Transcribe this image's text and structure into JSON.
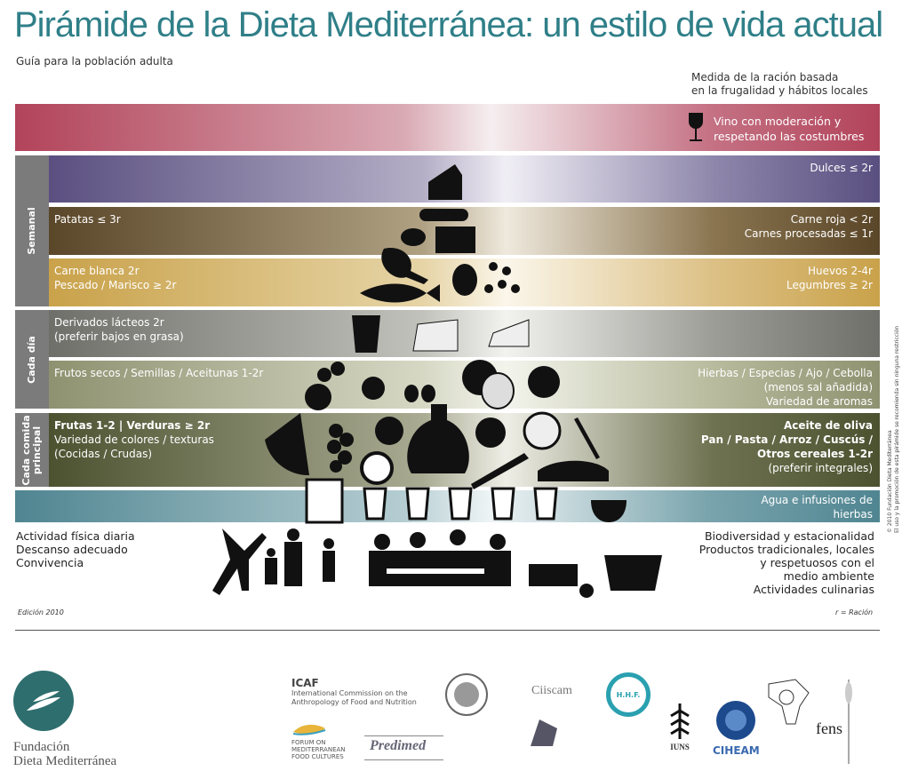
{
  "title": "Pirámide de la Dieta Mediterránea: un estilo de vida actual",
  "subtitle": "Guía para la población adulta",
  "measure_note": [
    "Medida de la ración basada",
    "en la frugalidad y hábitos locales"
  ],
  "wine": [
    "Vino con moderación y",
    "respetando las costumbres"
  ],
  "sidebar": {
    "weekly": "Semanal",
    "daily": "Cada día",
    "meal": [
      "Cada comida",
      "principal"
    ]
  },
  "bands": {
    "sweets": {
      "right": [
        "Dulces ≤ 2r"
      ],
      "color": "#5a4f80"
    },
    "red_meat": {
      "left": [
        "Patatas ≤ 3r"
      ],
      "right": [
        "Carne roja < 2r",
        "Carnes procesadas ≤ 1r"
      ],
      "color": "#5a4628"
    },
    "white_meat": {
      "left": [
        "Carne blanca 2r",
        "Pescado / Marisco ≥ 2r"
      ],
      "right": [
        "Huevos 2-4r",
        "Legumbres ≥ 2r"
      ],
      "color": "#c9a24a"
    },
    "dairy": {
      "left": [
        "Derivados lácteos 2r",
        "(preferir bajos en grasa)"
      ],
      "color": "#6f6f6a"
    },
    "nuts": {
      "left": [
        "Frutos secos / Semillas / Aceitunas 1-2r"
      ],
      "right": [
        "Hierbas / Especias / Ajo / Cebolla",
        "(menos sal añadida)",
        "Variedad de aromas"
      ],
      "color": "#8e9270"
    },
    "fruits": {
      "left": [
        "Frutas 1-2 | Verduras ≥ 2r",
        "Variedad de colores / texturas",
        "(Cocidas / Crudas)"
      ],
      "right": [
        "Aceite de oliva",
        "Pan / Pasta / Arroz / Cuscús /",
        "Otros cereales 1-2r",
        "(preferir integrales)"
      ],
      "color": "#4c5230"
    },
    "water": {
      "right": [
        "Agua e infusiones de",
        "hierbas"
      ],
      "color": "#4f8591"
    }
  },
  "bottom_left": [
    "Actividad física diaria",
    "Descanso adecuado",
    "Convivencia"
  ],
  "bottom_right": [
    "Biodiversidad y estacionalidad",
    "Productos tradicionales, locales",
    "y respetuosos con el",
    "medio ambiente",
    "Actividades culinarias"
  ],
  "edition": "Edición 2010",
  "ration": "r = Ración",
  "copyright": [
    "© 2010 Fundación Dieta Mediterránea",
    "El uso y la promoción de esta pirámide se recomienda sin ninguna restricción"
  ],
  "logos": {
    "fdm": [
      "Fundación",
      "Dieta Mediterránea"
    ],
    "icaf": [
      "ICAF",
      "International Commission on the",
      "Anthropology of Food and Nutrition"
    ],
    "forum": [
      "FORUM ON",
      "MEDITERRANEAN",
      "FOOD CULTURES"
    ],
    "predimed": "Predimed",
    "ciiscam": "Ciiscam",
    "hhf": "H.H.F.",
    "iuns": "IUNS",
    "ciheam": "CIHEAM",
    "fens": "fens"
  }
}
